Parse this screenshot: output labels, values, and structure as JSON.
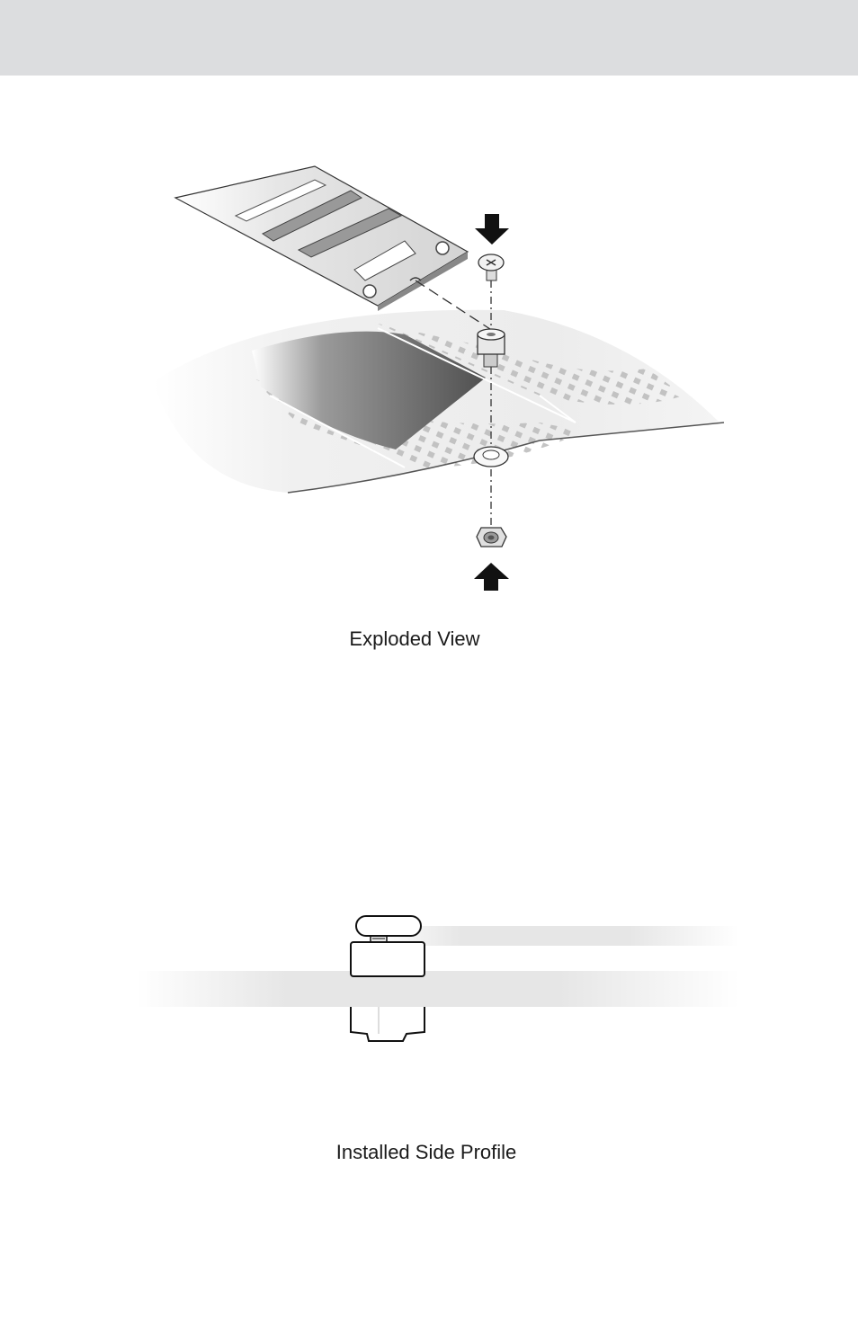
{
  "page": {
    "header_color": "#dcdddf",
    "background": "#ffffff"
  },
  "figures": {
    "exploded_view": {
      "caption": "Exploded View",
      "parts": [
        "m2-card",
        "screw",
        "standoff",
        "washer",
        "nut",
        "motherboard"
      ],
      "arrows": [
        "down-arrow-icon",
        "up-arrow-icon"
      ]
    },
    "side_profile": {
      "caption": "Installed Side Profile",
      "parts": [
        "screw-head",
        "m2-card",
        "standoff",
        "motherboard",
        "nut"
      ]
    }
  }
}
